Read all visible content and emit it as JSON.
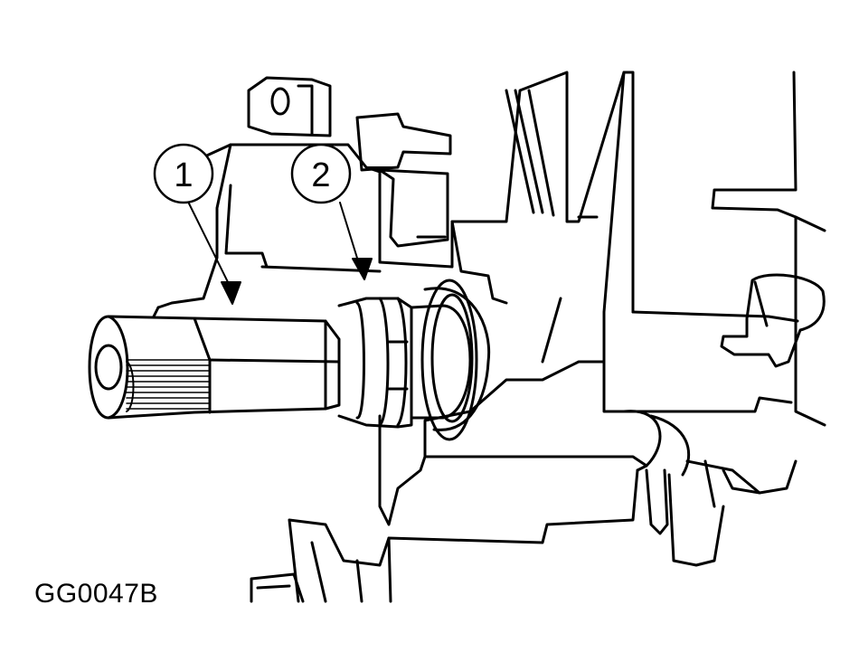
{
  "figure": {
    "code": "GG0047B",
    "callouts": [
      {
        "label": "1"
      },
      {
        "label": "2"
      }
    ]
  },
  "colors": {
    "line": "#000000",
    "background": "#ffffff"
  }
}
